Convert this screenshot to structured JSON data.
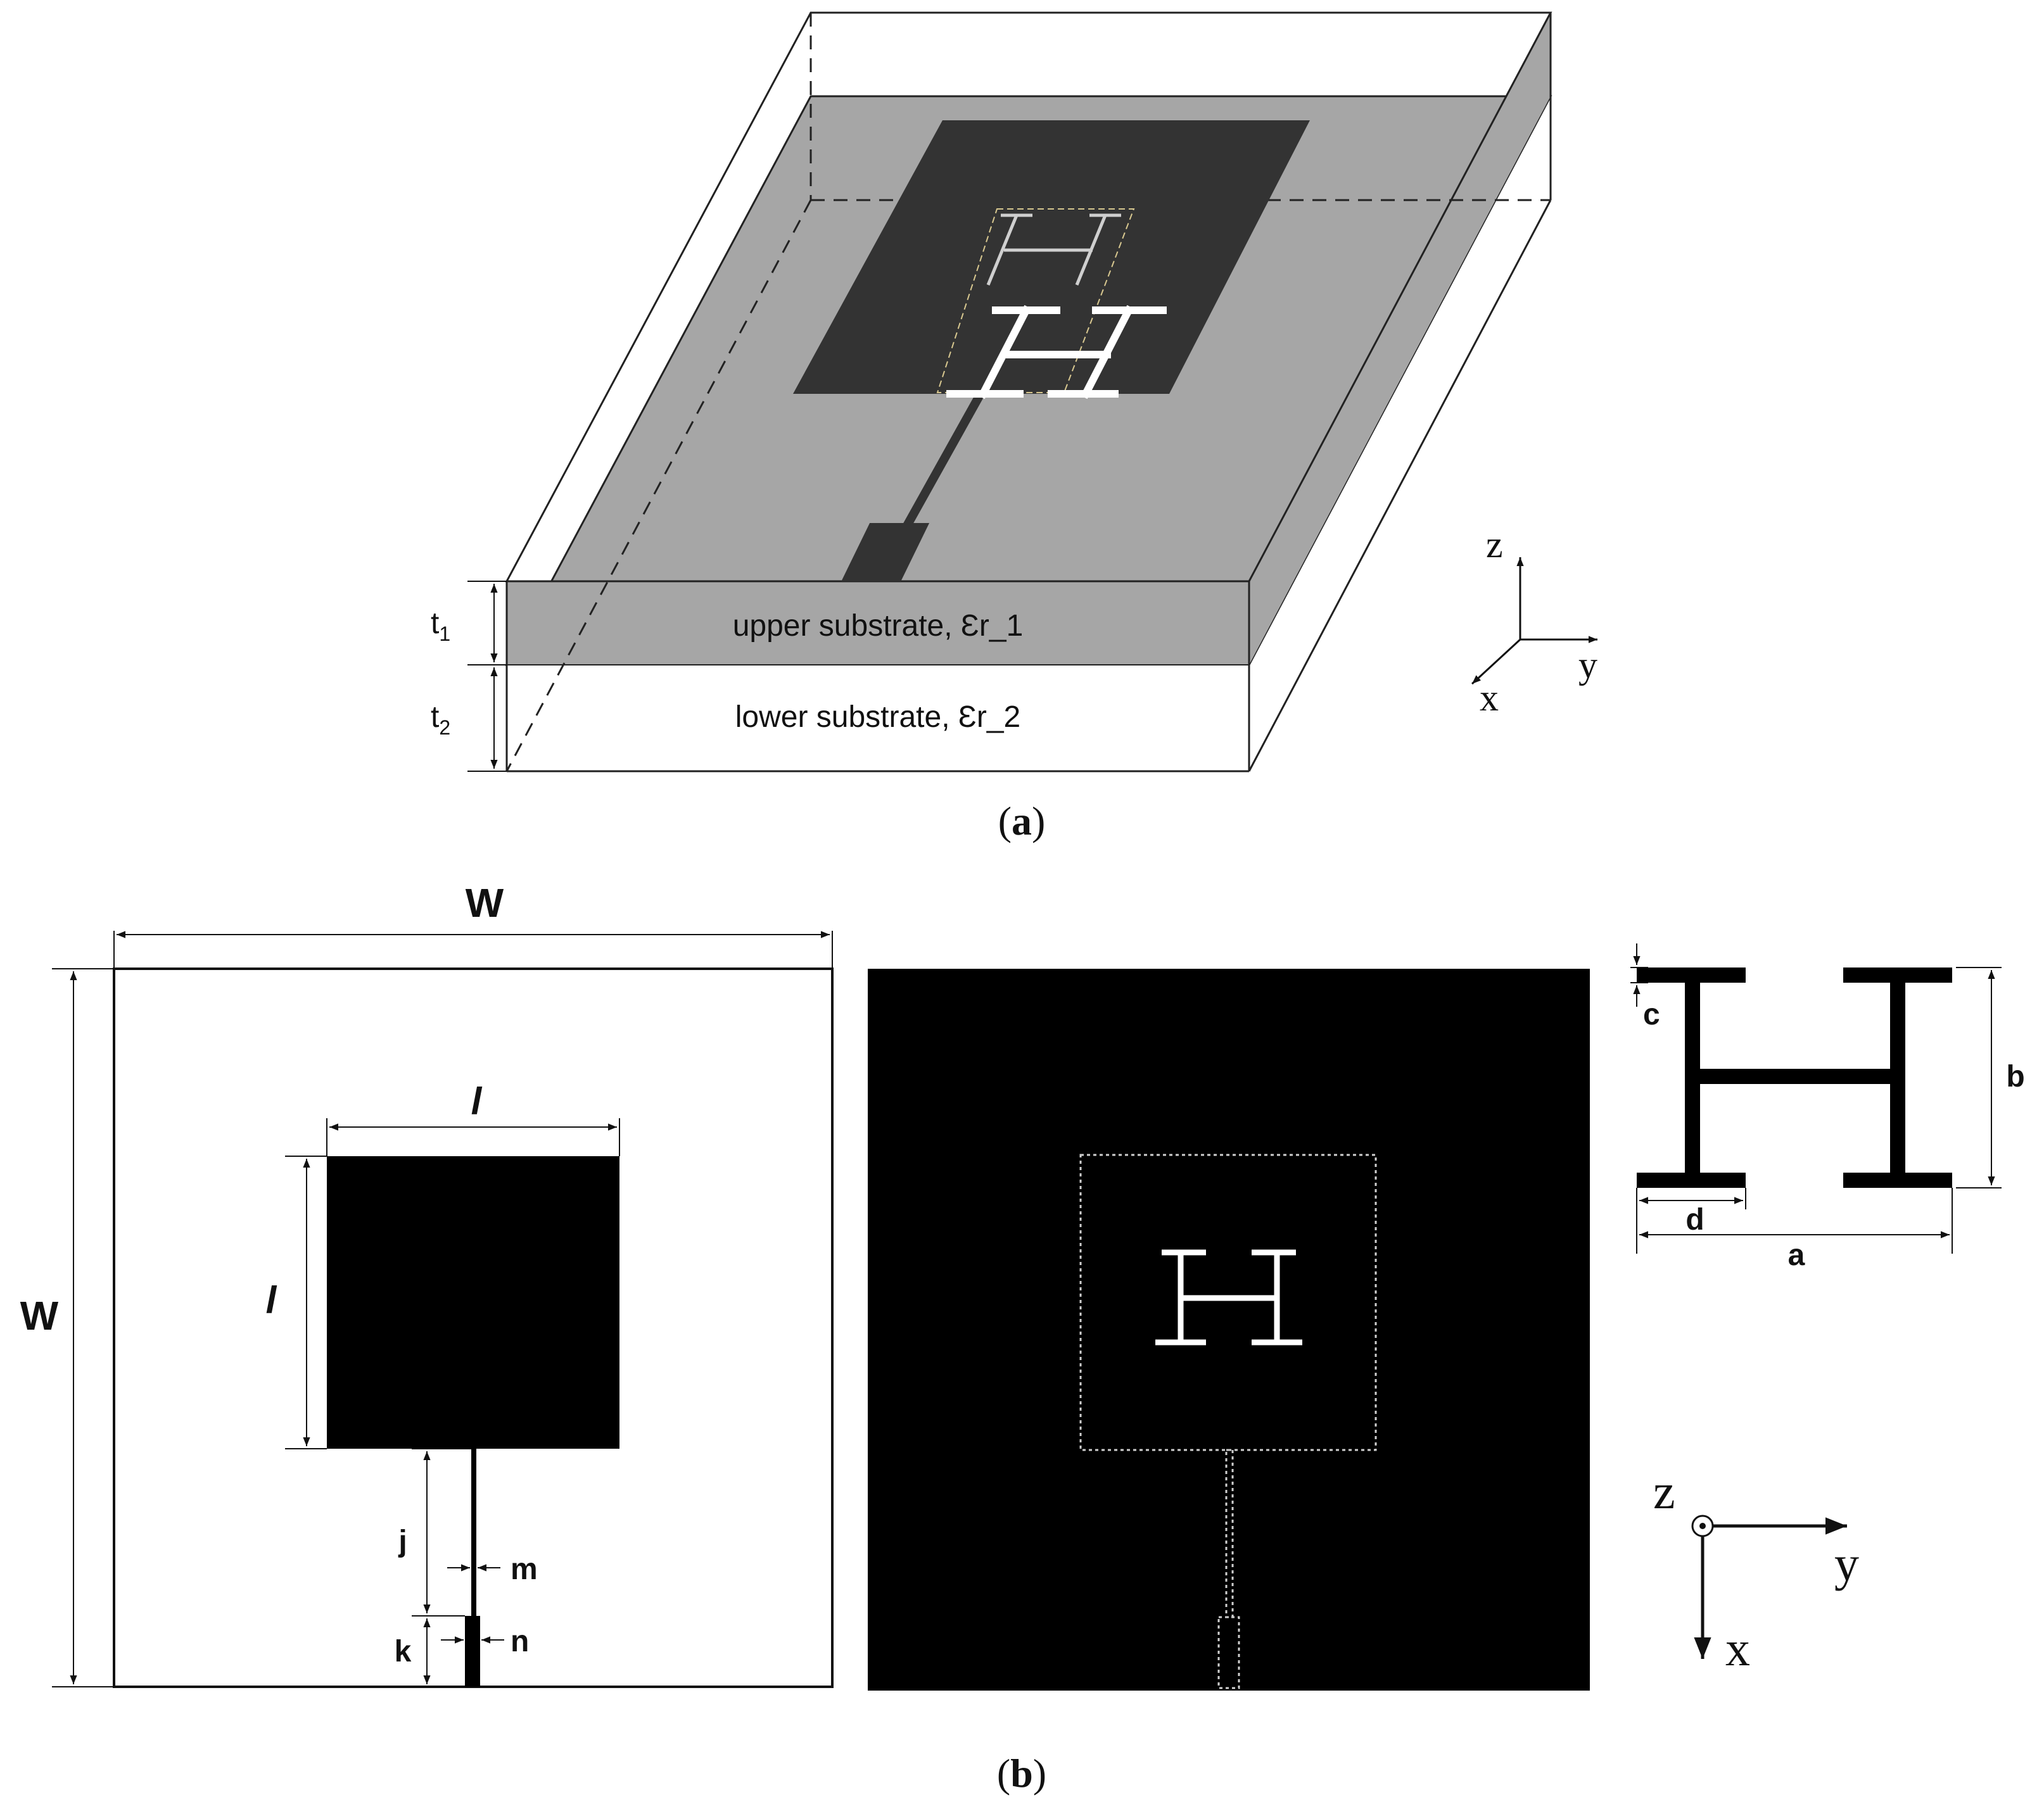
{
  "panel_a": {
    "caption_open": "(",
    "caption_letter": "a",
    "caption_close": ")",
    "upper_label": "upper substrate, Ɛr_1",
    "lower_label": "lower substrate, Ɛr_2",
    "t1_base": "t",
    "t1_sub": "1",
    "t2_base": "t",
    "t2_sub": "2",
    "axes": {
      "z": "z",
      "y": "y",
      "x": "x"
    }
  },
  "panel_b": {
    "caption_open": "(",
    "caption_letter": "b",
    "caption_close": ")",
    "top_view": {
      "W_top": "W",
      "W_left": "W",
      "l_top": "l",
      "l_left": "l",
      "j": "j",
      "k": "k",
      "m": "m",
      "n": "n"
    },
    "slot_detail": {
      "a": "a",
      "b": "b",
      "c": "c",
      "d": "d"
    },
    "axes": {
      "z": "z",
      "y": "y",
      "x": "x"
    }
  },
  "colors": {
    "ground_plane": "#000000",
    "patch": "#000000",
    "upper_substrate_fill": "#a6a6a6",
    "ground_in_3d": "#333333",
    "slot": "#ffffff"
  },
  "icons": {
    "arrowheads": "dimension-arrow",
    "h_slot": "h-shaped-slot"
  }
}
